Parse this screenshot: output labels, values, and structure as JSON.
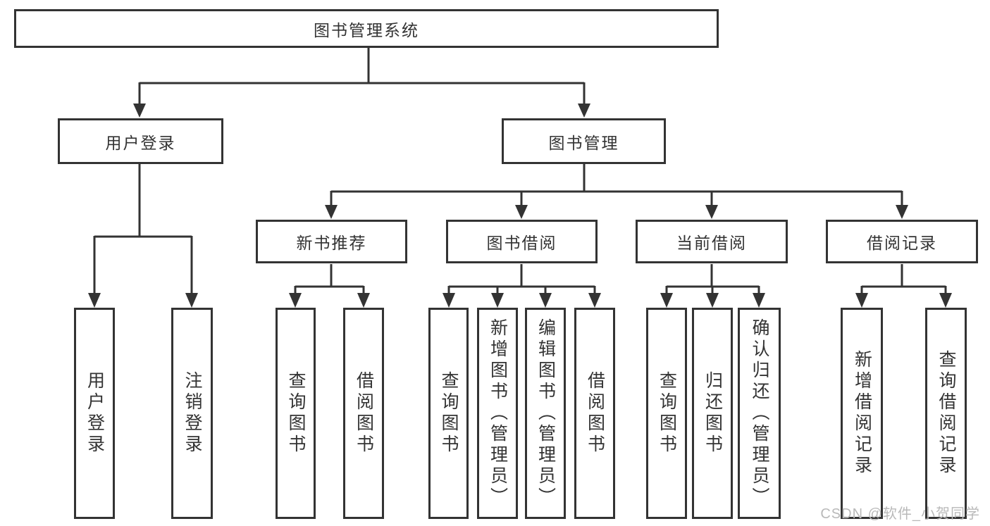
{
  "diagram": {
    "root": {
      "label": "图书管理系统"
    },
    "branches": [
      {
        "label": "用户登录",
        "children": [
          {
            "label": "用户登录"
          },
          {
            "label": "注销登录"
          }
        ]
      },
      {
        "label": "图书管理",
        "children": [
          {
            "label": "新书推荐",
            "children": [
              {
                "label": "查询图书"
              },
              {
                "label": "借阅图书"
              }
            ]
          },
          {
            "label": "图书借阅",
            "children": [
              {
                "label": "查询图书"
              },
              {
                "label": "新增图书（管理员）"
              },
              {
                "label": "编辑图书（管理员）"
              },
              {
                "label": "借阅图书"
              }
            ]
          },
          {
            "label": "当前借阅",
            "children": [
              {
                "label": "查询图书"
              },
              {
                "label": "归还图书"
              },
              {
                "label": "确认归还（管理员）"
              }
            ]
          },
          {
            "label": "借阅记录",
            "children": [
              {
                "label": "新增借阅记录"
              },
              {
                "label": "查询借阅记录"
              }
            ]
          }
        ]
      }
    ],
    "watermark": "CSDN @软件_小贺同学",
    "colors": {
      "line": "#333333",
      "text": "#333333",
      "watermark": "#b9b9b9",
      "background": "#ffffff"
    }
  }
}
